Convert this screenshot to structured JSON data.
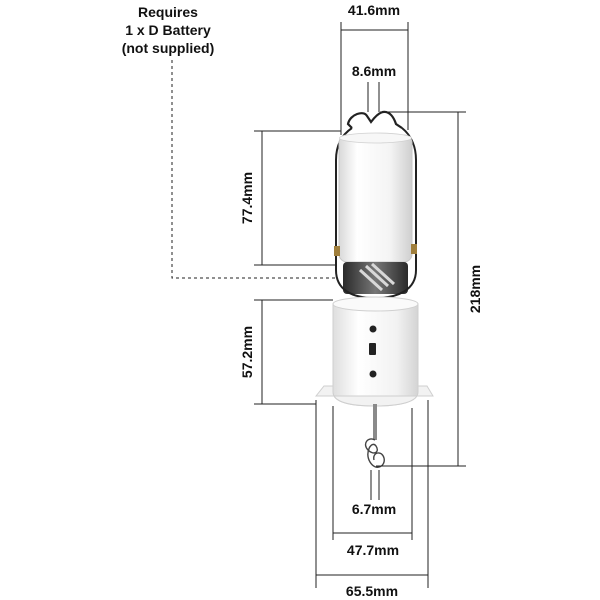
{
  "note": {
    "line1": "Requires",
    "line2": "1 x D Battery",
    "line3": "(not supplied)"
  },
  "dimensions": {
    "top_width": "41.6mm",
    "hook_width": "8.6mm",
    "battery_height": "77.4mm",
    "total_height": "218mm",
    "base_height": "57.2mm",
    "pin_width": "6.7mm",
    "base_width": "47.7mm",
    "flange_width": "65.5mm"
  }
}
